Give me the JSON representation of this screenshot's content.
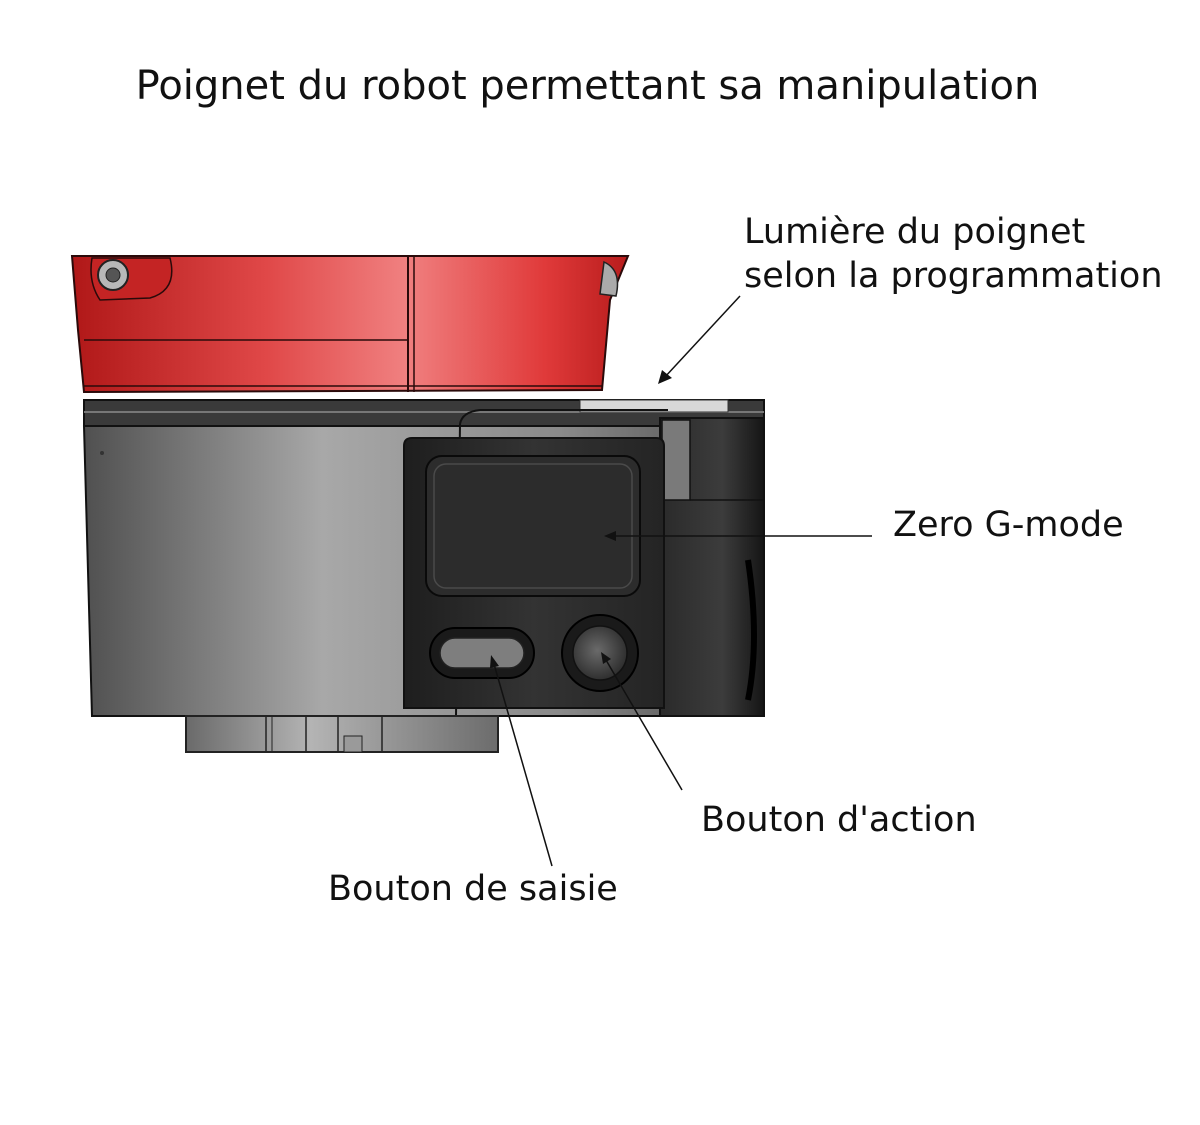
{
  "title": "Poignet du robot permettant sa manipulation",
  "labels": {
    "wrist_light_line1": "Lumière du poignet",
    "wrist_light_line2": "selon la programmation",
    "zero_g_mode": "Zero G-mode",
    "action_button": "Bouton d'action",
    "grip_button": "Bouton de saisie"
  },
  "colors": {
    "flange_red": "#d42a2a",
    "body_gray": "#8a8a8a",
    "panel_dark": "#2e2e2e"
  }
}
